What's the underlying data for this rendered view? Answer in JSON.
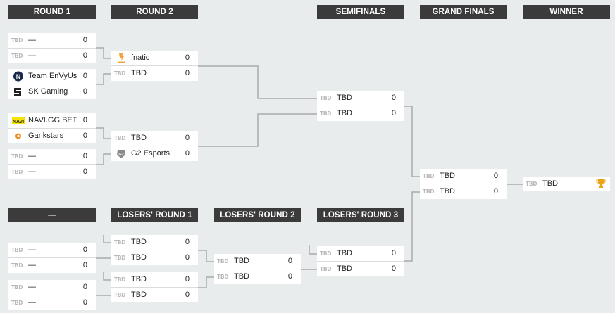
{
  "headers": {
    "round1": "ROUND 1",
    "round2": "ROUND 2",
    "semifinals": "SEMIFINALS",
    "grand_finals": "GRAND FINALS",
    "winner": "WINNER",
    "losers_r0": "—",
    "losers_r1": "LOSERS' ROUND 1",
    "losers_r2": "LOSERS' ROUND 2",
    "losers_r3": "LOSERS' ROUND 3"
  },
  "logo_text": "TBD",
  "matches": {
    "r1_m1": [
      {
        "name": "—",
        "score": "0"
      },
      {
        "name": "—",
        "score": "0"
      }
    ],
    "r1_m2": [
      {
        "name": "Team EnVyUs",
        "score": "0"
      },
      {
        "name": "SK Gaming",
        "score": "0"
      }
    ],
    "r1_m3": [
      {
        "name": "NAVI.GG.BET",
        "score": "0"
      },
      {
        "name": "Gankstars",
        "score": "0"
      }
    ],
    "r1_m4": [
      {
        "name": "—",
        "score": "0"
      },
      {
        "name": "—",
        "score": "0"
      }
    ],
    "r2_m1": [
      {
        "name": "fnatic",
        "score": "0"
      },
      {
        "name": "TBD",
        "score": "0"
      }
    ],
    "r2_m2": [
      {
        "name": "TBD",
        "score": "0"
      },
      {
        "name": "G2 Esports",
        "score": "0"
      }
    ],
    "semi": [
      {
        "name": "TBD",
        "score": "0"
      },
      {
        "name": "TBD",
        "score": "0"
      }
    ],
    "gf": [
      {
        "name": "TBD",
        "score": "0"
      },
      {
        "name": "TBD",
        "score": "0"
      }
    ],
    "winner": [
      {
        "name": "TBD"
      }
    ],
    "lr0_m1": [
      {
        "name": "—",
        "score": "0"
      },
      {
        "name": "—",
        "score": "0"
      }
    ],
    "lr0_m2": [
      {
        "name": "—",
        "score": "0"
      },
      {
        "name": "—",
        "score": "0"
      }
    ],
    "lr1_m1": [
      {
        "name": "TBD",
        "score": "0"
      },
      {
        "name": "TBD",
        "score": "0"
      }
    ],
    "lr1_m2": [
      {
        "name": "TBD",
        "score": "0"
      },
      {
        "name": "TBD",
        "score": "0"
      }
    ],
    "lr2": [
      {
        "name": "TBD",
        "score": "0"
      },
      {
        "name": "TBD",
        "score": "0"
      }
    ],
    "lr3": [
      {
        "name": "TBD",
        "score": "0"
      },
      {
        "name": "TBD",
        "score": "0"
      }
    ]
  },
  "icons": {
    "tbd": "tbd-logo-icon",
    "fnatic": "fnatic-logo-icon",
    "envyus": "envyus-logo-icon",
    "sk": "sk-gaming-logo-icon",
    "navi": "navi-logo-icon",
    "gankstars": "gankstars-logo-icon",
    "g2": "g2-logo-icon",
    "trophy": "trophy-icon"
  },
  "colors": {
    "header_bg": "#3b3b3b",
    "page_bg": "#e9eced",
    "connector": "#a8acad",
    "trophy": "#e8a317",
    "fnatic": "#f2a33a",
    "navi": "#f5e400"
  }
}
